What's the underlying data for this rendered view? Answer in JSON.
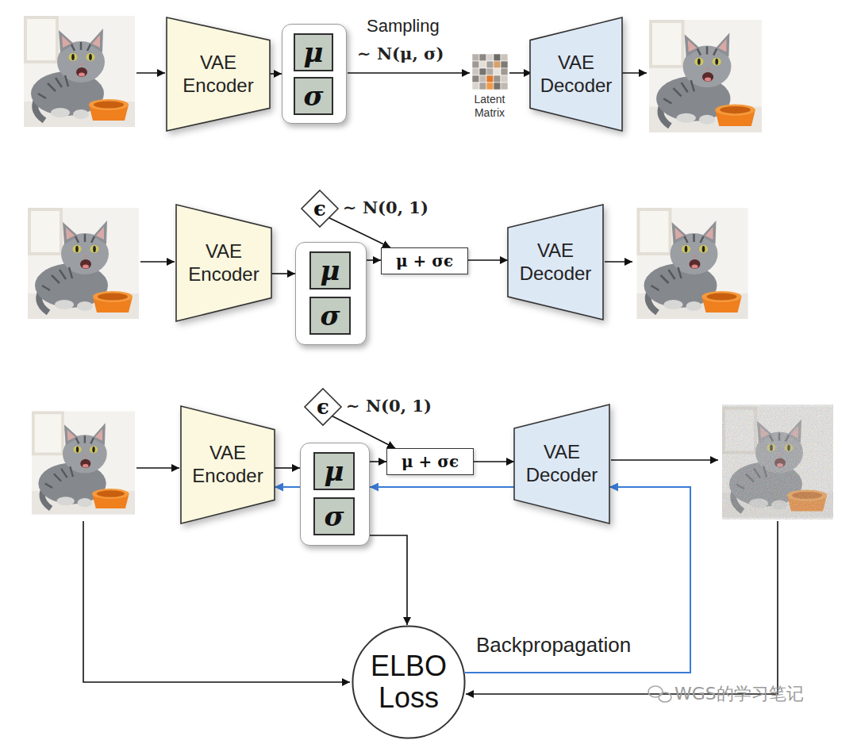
{
  "diagram": {
    "nodes": [
      {
        "text": [
          "VAE Encoder"
        ]
      },
      {
        "text": []
      },
      {
        "text": [
          "μ"
        ],
        "in": 1
      },
      {
        "text": [
          "σ"
        ],
        "in": 1
      },
      {
        "text": [
          "VAE Decoder"
        ]
      },
      {
        "text": [
          "VAE Encoder"
        ]
      },
      {
        "text": []
      },
      {
        "text": [
          "μ"
        ],
        "in": 6
      },
      {
        "text": [
          "σ"
        ],
        "in": 6
      },
      {
        "text": [
          "ϵ"
        ]
      },
      {
        "text": [
          "μ + σϵ"
        ]
      },
      {
        "text": [
          "VAE Decoder"
        ]
      },
      {
        "text": [
          "VAE Encoder"
        ]
      },
      {
        "text": []
      },
      {
        "text": [
          "μ"
        ],
        "in": 13
      },
      {
        "text": [
          "σ"
        ],
        "in": 13
      },
      {
        "text": [
          "ϵ"
        ]
      },
      {
        "text": [
          "μ + σϵ"
        ]
      },
      {
        "text": [
          "VAE Decoder"
        ]
      },
      {
        "text": [
          "ELBO Loss"
        ]
      }
    ],
    "edges": [
      {
        "from": 0,
        "to": 1,
        "arrow": "to"
      },
      {
        "from": 5,
        "to": 6,
        "arrow": "to"
      },
      {
        "from": 9,
        "to": 10,
        "arrow": "to"
      },
      {
        "from": 6,
        "to": 10,
        "arrow": "to"
      },
      {
        "from": 10,
        "to": 11,
        "arrow": "to"
      },
      {
        "from": 12,
        "to": 13,
        "arrow": "to"
      },
      {
        "from": 16,
        "to": 17,
        "arrow": "to"
      },
      {
        "from": 13,
        "to": 17,
        "arrow": "to"
      },
      {
        "from": 17,
        "to": 18,
        "arrow": "to"
      },
      {
        "from": 13,
        "to": 19,
        "arrow": "to"
      },
      {
        "from": 19,
        "to": 18,
        "label": "Backpropagation",
        "arrow": "to"
      },
      {
        "from": 18,
        "to": 13,
        "arrow": "to"
      },
      {
        "from": 13,
        "to": 12,
        "arrow": "to"
      }
    ],
    "labels": [
      "Sampling",
      "∼ N(μ, σ)",
      "Latent Matrix",
      "∼ N(0, 1)",
      "∼ N(0, 1)",
      "WGS的学习笔记"
    ]
  }
}
